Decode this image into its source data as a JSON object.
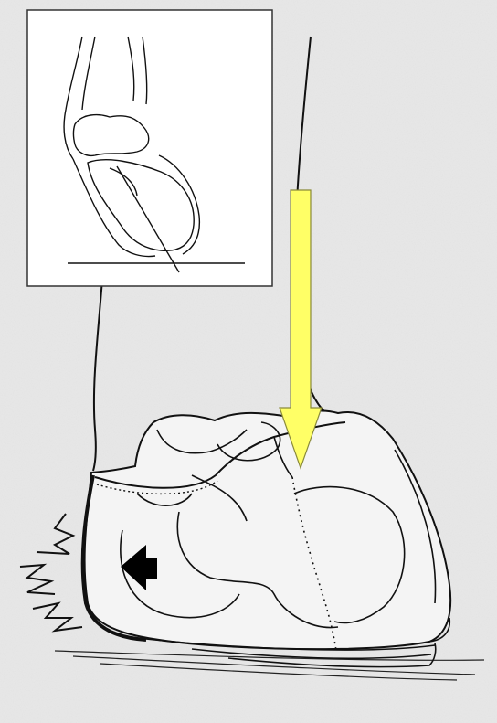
{
  "figure": {
    "background": "#e9e9e9",
    "line_color": "#111111",
    "arrow_fill": "#ffff66",
    "arrow_stroke": "#8a8a3a",
    "inset_background": "#ffffff",
    "black_arrow_fill": "#000000"
  },
  "icons": {
    "load_arrow": "down-arrow",
    "direction_arrow": "left-arrow",
    "pain_marks": "zigzag"
  }
}
